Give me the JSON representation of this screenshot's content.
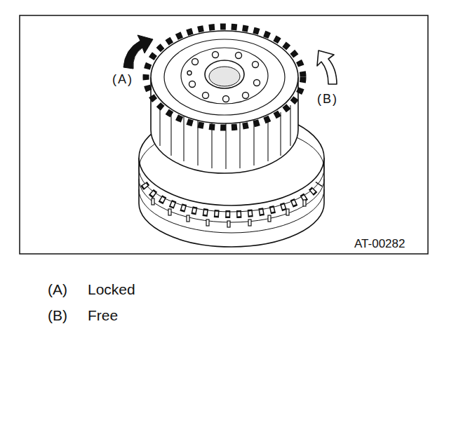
{
  "diagram": {
    "labels": [
      "(A)",
      "(B)",
      "AT-00282",
      "(A)",
      "Locked",
      "(B)",
      "Free"
    ]
  }
}
